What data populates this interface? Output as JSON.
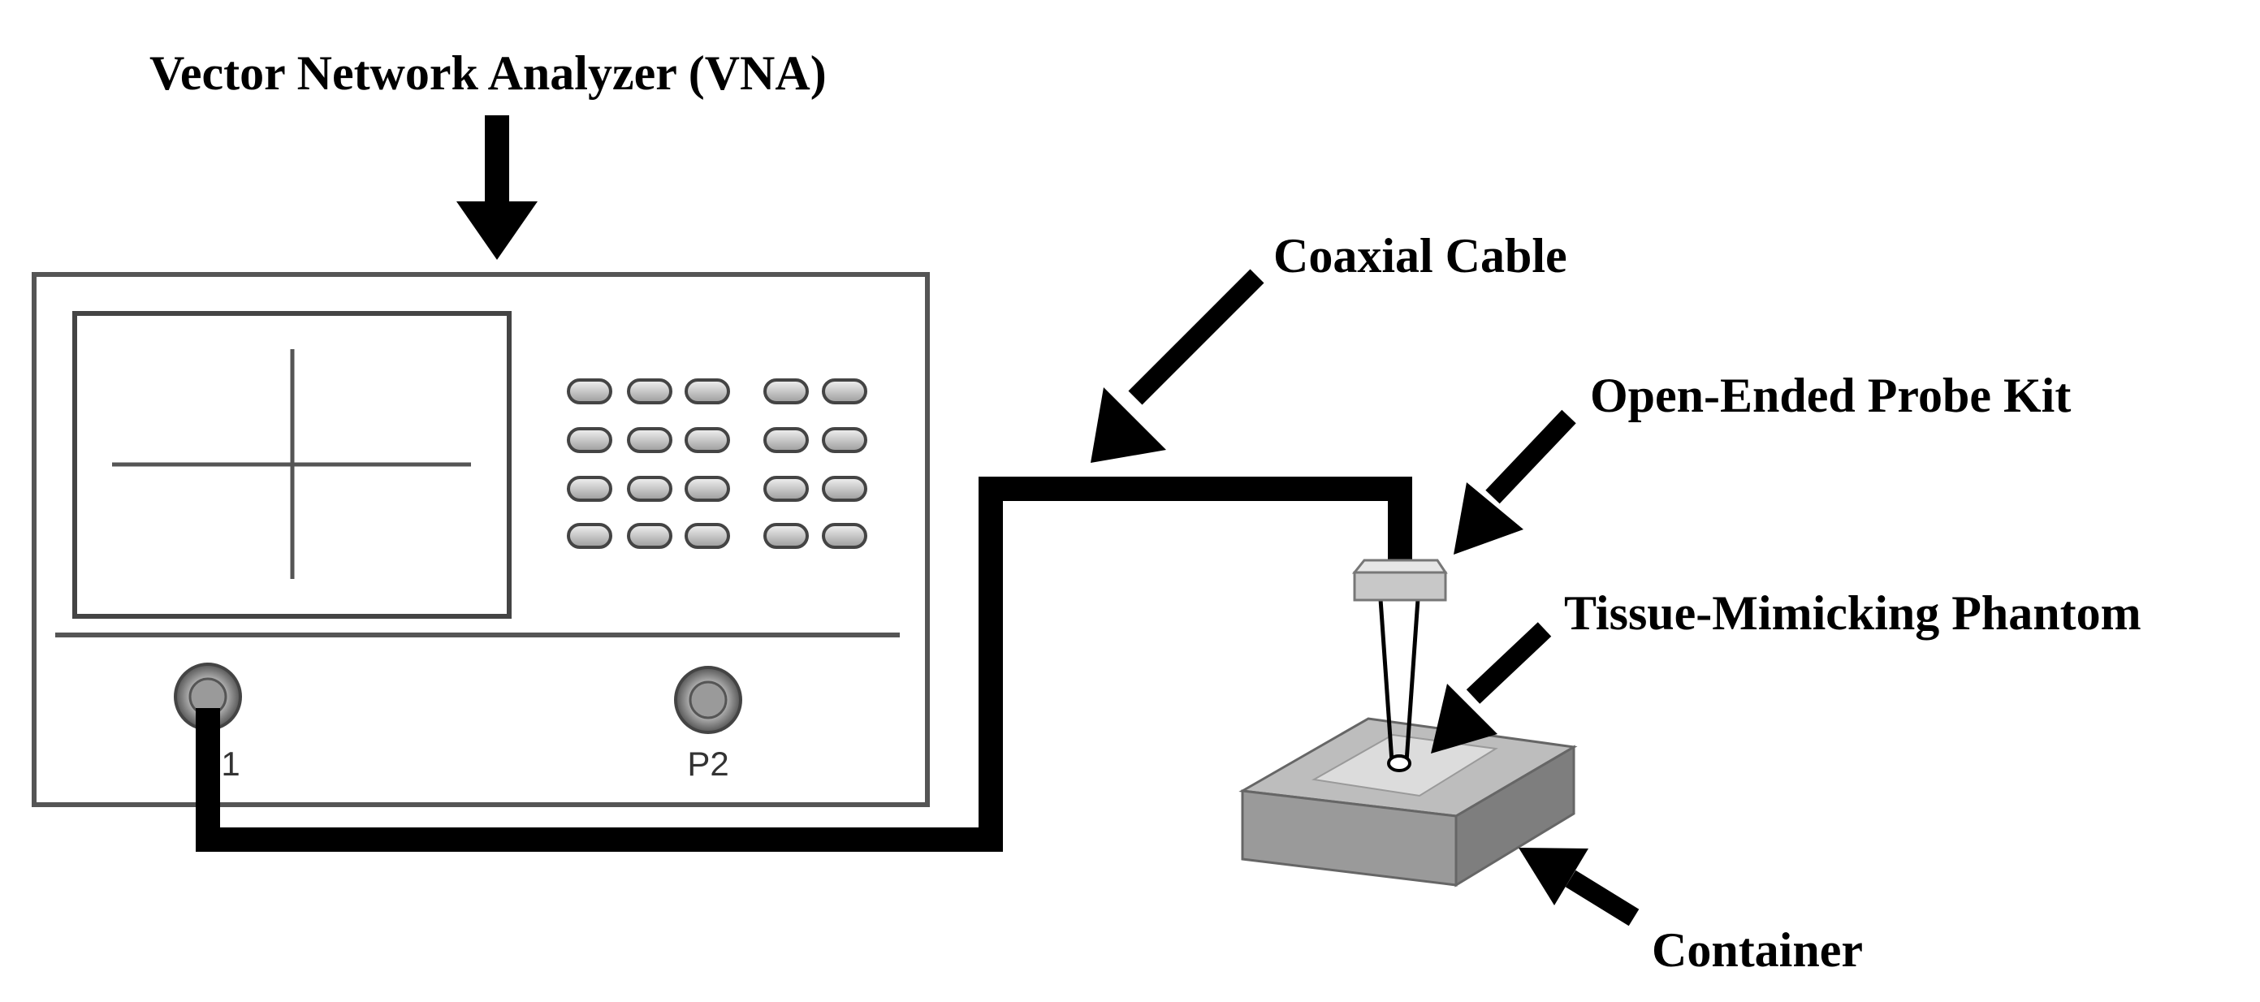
{
  "labels": {
    "vna": "Vector Network Analyzer (VNA)",
    "cable": "Coaxial Cable",
    "probe": "Open-Ended Probe Kit",
    "phantom": "Tissue-Mimicking Phantom",
    "container": "Container"
  },
  "ports": {
    "p1": "P1",
    "p2": "P2"
  },
  "keypad": {
    "rows": 4,
    "columns": 5
  },
  "colors": {
    "line": "#000000",
    "device_outline": "#555555",
    "container_top": "#bdbdbd",
    "container_front": "#9a9a9a",
    "container_side": "#7e7e7e",
    "phantom": "#dcdcdc",
    "probe_block": "#c8c8c8"
  }
}
